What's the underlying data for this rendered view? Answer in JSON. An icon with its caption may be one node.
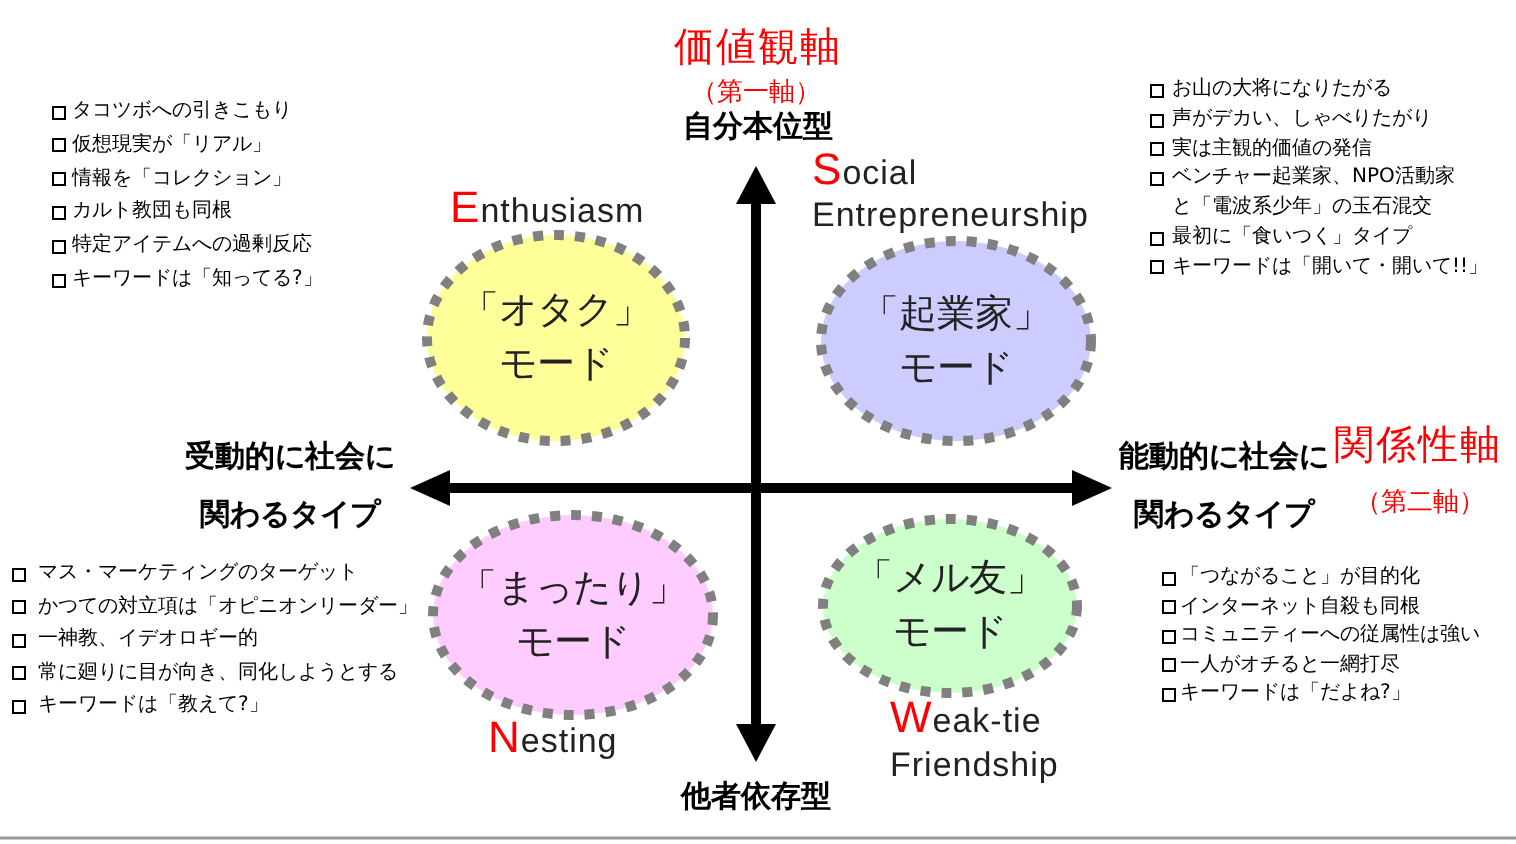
{
  "diagram": {
    "nodes": [
      {
        "text": [
          "「オタク」モード"
        ],
        "beside": [
          "Enthusiasm"
        ]
      },
      {
        "text": [
          "「起業家」モード"
        ],
        "beside": [
          "Social Entrepreneurship"
        ]
      },
      {
        "text": [
          "「まったり」モード"
        ],
        "beside": [
          "Nesting"
        ]
      },
      {
        "text": [
          "「メル友」モード"
        ],
        "beside": [
          "Weak-tie Friendship"
        ]
      }
    ],
    "labels": [
      "タコツボへの引きこもり",
      "仮想現実が「リアル」",
      "情報を「コレクション」",
      "カルト教団も同根",
      "特定アイテムへの過剰反応",
      "キーワードは「知ってる?」",
      "価値観軸",
      "（第一軸）",
      "自分本位型",
      "お山の大将になりたがる",
      "声がデカい、しゃべりたがり",
      "実は主観的価値の発信",
      "ベンチャー起業家、NPO活動家と「電波系少年」の玉石混交",
      "最初に「食いつく」タイプ",
      "キーワードは「開いて・開いて!!」",
      "受動的に社会に関わるタイプ",
      "能動的に社会に関わるタイプ",
      "関係性軸",
      "（第二軸）",
      "マス・マーケティングのターゲット",
      "かつての対立項は「オピニオンリーダー」",
      "一神教、イデオロギー的",
      "常に廻りに目が向き、同化しようとする",
      "キーワードは「教えて?」",
      "「つながること」が目的化",
      "インターネット自殺も同根",
      "コミュニティーへの従属性は強い",
      "一人がオチると一網打尽",
      "キーワードは「だよね?」",
      "他者依存型"
    ]
  }
}
